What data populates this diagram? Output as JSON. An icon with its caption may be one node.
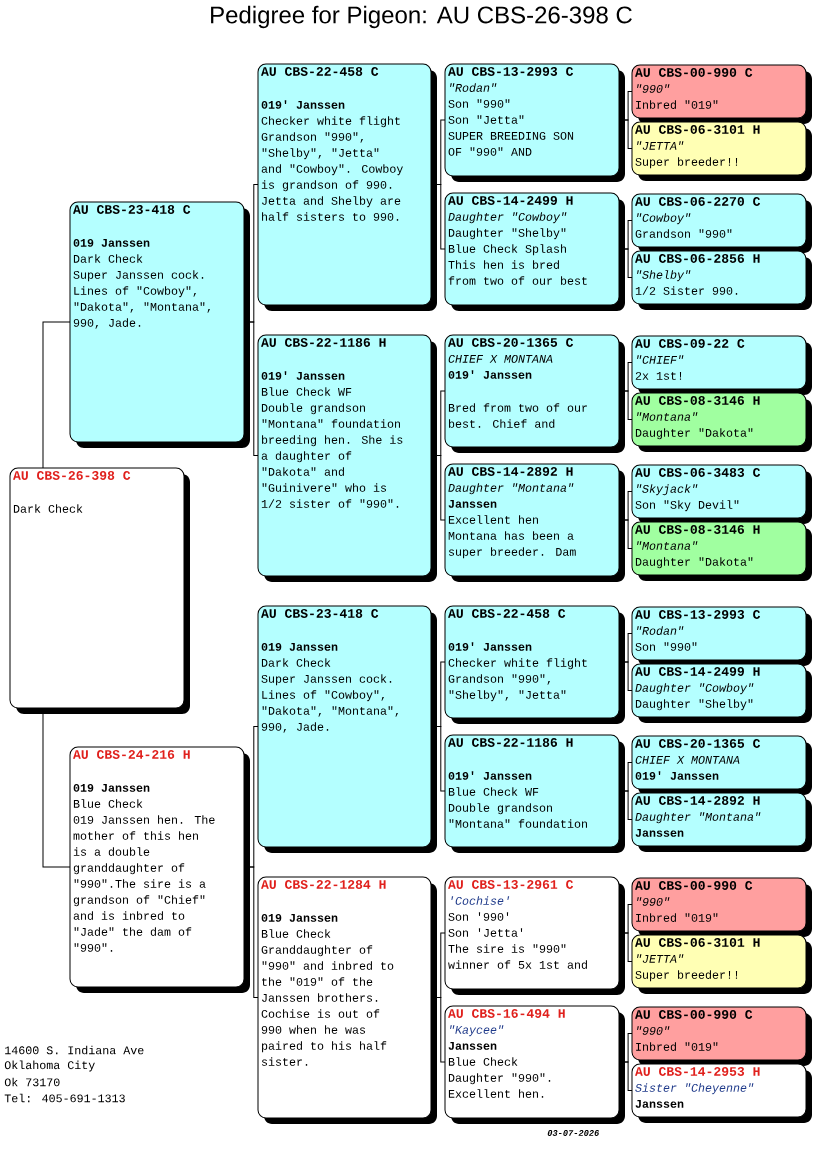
{
  "diagram": {
    "title": "Pedigree for Pigeon: AU CBS-26-398 C",
    "nodes": [
      {
        "text": [
          "AU CBS-26-398 C",
          "Dark Check"
        ]
      },
      {
        "text": [
          "AU CBS-23-418 C",
          "019 Janssen",
          "Dark Check",
          "Super Janssen cock. Lines of \"Cowboy\", \"Dakota\", \"Montana\", 990, Jade."
        ]
      },
      {
        "text": [
          "AU CBS-24-216 H",
          "019 Janssen",
          "Blue Check",
          "019 Janssen hen. The mother of this hen is a double granddaughter of \"990\".The sire is a grandson of \"Chief\" and is inbred to \"Jade\" the dam of \"990\"."
        ]
      },
      {
        "text": [
          "AU CBS-22-458 C",
          "019' Janssen",
          "Checker white flight",
          "Grandson \"990\", \"Shelby\", \"Jetta\" and \"Cowboy\". Cowboy is grandson of 990. Jetta and Shelby are half sisters to 990."
        ]
      },
      {
        "text": [
          "AU CBS-22-1186 H",
          "019' Janssen",
          "Blue Check WF",
          "Double grandson \"Montana\" foundation breeding hen. She is a daughter of \"Dakota\" and \"Guinivere\" who is 1/2 sister of \"990\"."
        ]
      },
      {
        "text": [
          "AU CBS-23-418 C",
          "019 Janssen",
          "Dark Check",
          "Super Janssen cock. Lines of \"Cowboy\", \"Dakota\", \"Montana\", 990, Jade."
        ]
      },
      {
        "text": [
          "AU CBS-22-1284 H",
          "019 Janssen",
          "Blue Check",
          "Granddaughter of \"990\" and inbred to the \"019\" of the Janssen brothers. Cochise is out of 990 when he was paired to his half sister."
        ]
      },
      {
        "text": [
          "AU CBS-13-2993 C",
          "\"Rodan\"",
          "Son \"990\"",
          "Son \"Jetta\"",
          "SUPER BREEDING SON OF \"990\" AND"
        ]
      },
      {
        "text": [
          "AU CBS-14-2499 H",
          "Daughter \"Cowboy\"",
          "Daughter \"Shelby\"",
          "Blue Check Splash",
          "This hen is bred from two of our best"
        ]
      },
      {
        "text": [
          "AU CBS-20-1365 C",
          "CHIEF X MONTANA",
          "019' Janssen",
          "Bred from two of our best. Chief and"
        ]
      },
      {
        "text": [
          "AU CBS-14-2892 H",
          "Daughter \"Montana\"",
          "Janssen",
          "Excellent hen",
          "Montana has been a super breeder. Dam"
        ]
      },
      {
        "text": [
          "AU CBS-22-458 C",
          "019' Janssen",
          "Checker white flight",
          "Grandson \"990\", \"Shelby\", \"Jetta\""
        ]
      },
      {
        "text": [
          "AU CBS-22-1186 H",
          "019' Janssen",
          "Blue Check WF",
          "Double grandson \"Montana\" foundation"
        ]
      },
      {
        "text": [
          "AU CBS-13-2961 C",
          "'Cochise'",
          "Son '990'",
          "Son 'Jetta'",
          "The sire is \"990\" winner of 5x 1st and"
        ]
      },
      {
        "text": [
          "AU CBS-16-494 H",
          "\"Kaycee\"",
          "Janssen",
          "Blue Check",
          "Daughter \"990\". Excellent hen."
        ]
      },
      {
        "text": [
          "AU CBS-00-990 C",
          "\"990\"",
          "Inbred \"019\""
        ]
      },
      {
        "text": [
          "AU CBS-06-3101 H",
          "\"JETTA\"",
          "Super breeder!!"
        ]
      },
      {
        "text": [
          "AU CBS-06-2270 C",
          "\"Cowboy\"",
          "Grandson \"990\""
        ]
      },
      {
        "text": [
          "AU CBS-06-2856 H",
          "\"Shelby\"",
          "1/2 Sister 990."
        ]
      },
      {
        "text": [
          "AU CBS-09-22 C",
          "\"CHIEF\"",
          "2x 1st!"
        ]
      },
      {
        "text": [
          "AU CBS-08-3146 H",
          "\"Montana\"",
          "Daughter \"Dakota\""
        ]
      },
      {
        "text": [
          "AU CBS-06-3483 C",
          "\"Skyjack\"",
          "Son \"Sky Devil\""
        ]
      },
      {
        "text": [
          "AU CBS-08-3146 H",
          "\"Montana\"",
          "Daughter \"Dakota\""
        ]
      },
      {
        "text": [
          "AU CBS-13-2993 C",
          "\"Rodan\"",
          "Son \"990\""
        ]
      },
      {
        "text": [
          "AU CBS-14-2499 H",
          "Daughter \"Cowboy\"",
          "Daughter \"Shelby\""
        ]
      },
      {
        "text": [
          "AU CBS-20-1365 C",
          "CHIEF X MONTANA",
          "019' Janssen"
        ]
      },
      {
        "text": [
          "AU CBS-14-2892 H",
          "Daughter \"Montana\"",
          "Janssen"
        ]
      },
      {
        "text": [
          "AU CBS-00-990 C",
          "\"990\"",
          "Inbred \"019\""
        ]
      },
      {
        "text": [
          "AU CBS-06-3101 H",
          "\"JETTA\"",
          "Super breeder!!"
        ]
      },
      {
        "text": [
          "AU CBS-00-990 C",
          "\"990\"",
          "Inbred \"019\""
        ]
      },
      {
        "text": [
          "AU CBS-14-2953 H",
          "Sister \"Cheyenne\"",
          "Janssen"
        ]
      }
    ],
    "edges": [
      {
        "from": 0,
        "to": 1,
        "arrow": "none"
      },
      {
        "from": 0,
        "to": 2,
        "arrow": "none"
      },
      {
        "from": 1,
        "to": 3,
        "arrow": "none"
      },
      {
        "from": 1,
        "to": 4,
        "arrow": "none"
      },
      {
        "from": 2,
        "to": 5,
        "arrow": "none"
      },
      {
        "from": 2,
        "to": 6,
        "arrow": "none"
      },
      {
        "from": 3,
        "to": 7,
        "arrow": "none"
      },
      {
        "from": 3,
        "to": 8,
        "arrow": "none"
      },
      {
        "from": 4,
        "to": 9,
        "arrow": "none"
      },
      {
        "from": 4,
        "to": 10,
        "arrow": "none"
      },
      {
        "from": 5,
        "to": 11,
        "arrow": "none"
      },
      {
        "from": 5,
        "to": 12,
        "arrow": "none"
      },
      {
        "from": 6,
        "to": 13,
        "arrow": "none"
      },
      {
        "from": 6,
        "to": 14,
        "arrow": "none"
      },
      {
        "from": 7,
        "to": 15,
        "arrow": "none"
      },
      {
        "from": 7,
        "to": 16,
        "arrow": "none"
      },
      {
        "from": 8,
        "to": 17,
        "arrow": "none"
      },
      {
        "from": 8,
        "to": 18,
        "arrow": "none"
      },
      {
        "from": 9,
        "to": 19,
        "arrow": "none"
      },
      {
        "from": 9,
        "to": 20,
        "arrow": "none"
      },
      {
        "from": 10,
        "to": 21,
        "arrow": "none"
      },
      {
        "from": 10,
        "to": 22,
        "arrow": "none"
      },
      {
        "from": 11,
        "to": 23,
        "arrow": "none"
      },
      {
        "from": 11,
        "to": 24,
        "arrow": "none"
      },
      {
        "from": 12,
        "to": 25,
        "arrow": "none"
      },
      {
        "from": 12,
        "to": 26,
        "arrow": "none"
      },
      {
        "from": 13,
        "to": 27,
        "arrow": "none"
      },
      {
        "from": 13,
        "to": 28,
        "arrow": "none"
      },
      {
        "from": 14,
        "to": 29,
        "arrow": "none"
      },
      {
        "from": 14,
        "to": 30,
        "arrow": "none"
      }
    ],
    "labels": [
      "14600 S. Indiana Ave",
      "Oklahoma City",
      "Ok 73170",
      "Tel: 405-691-1313",
      "03-07-2026"
    ]
  }
}
